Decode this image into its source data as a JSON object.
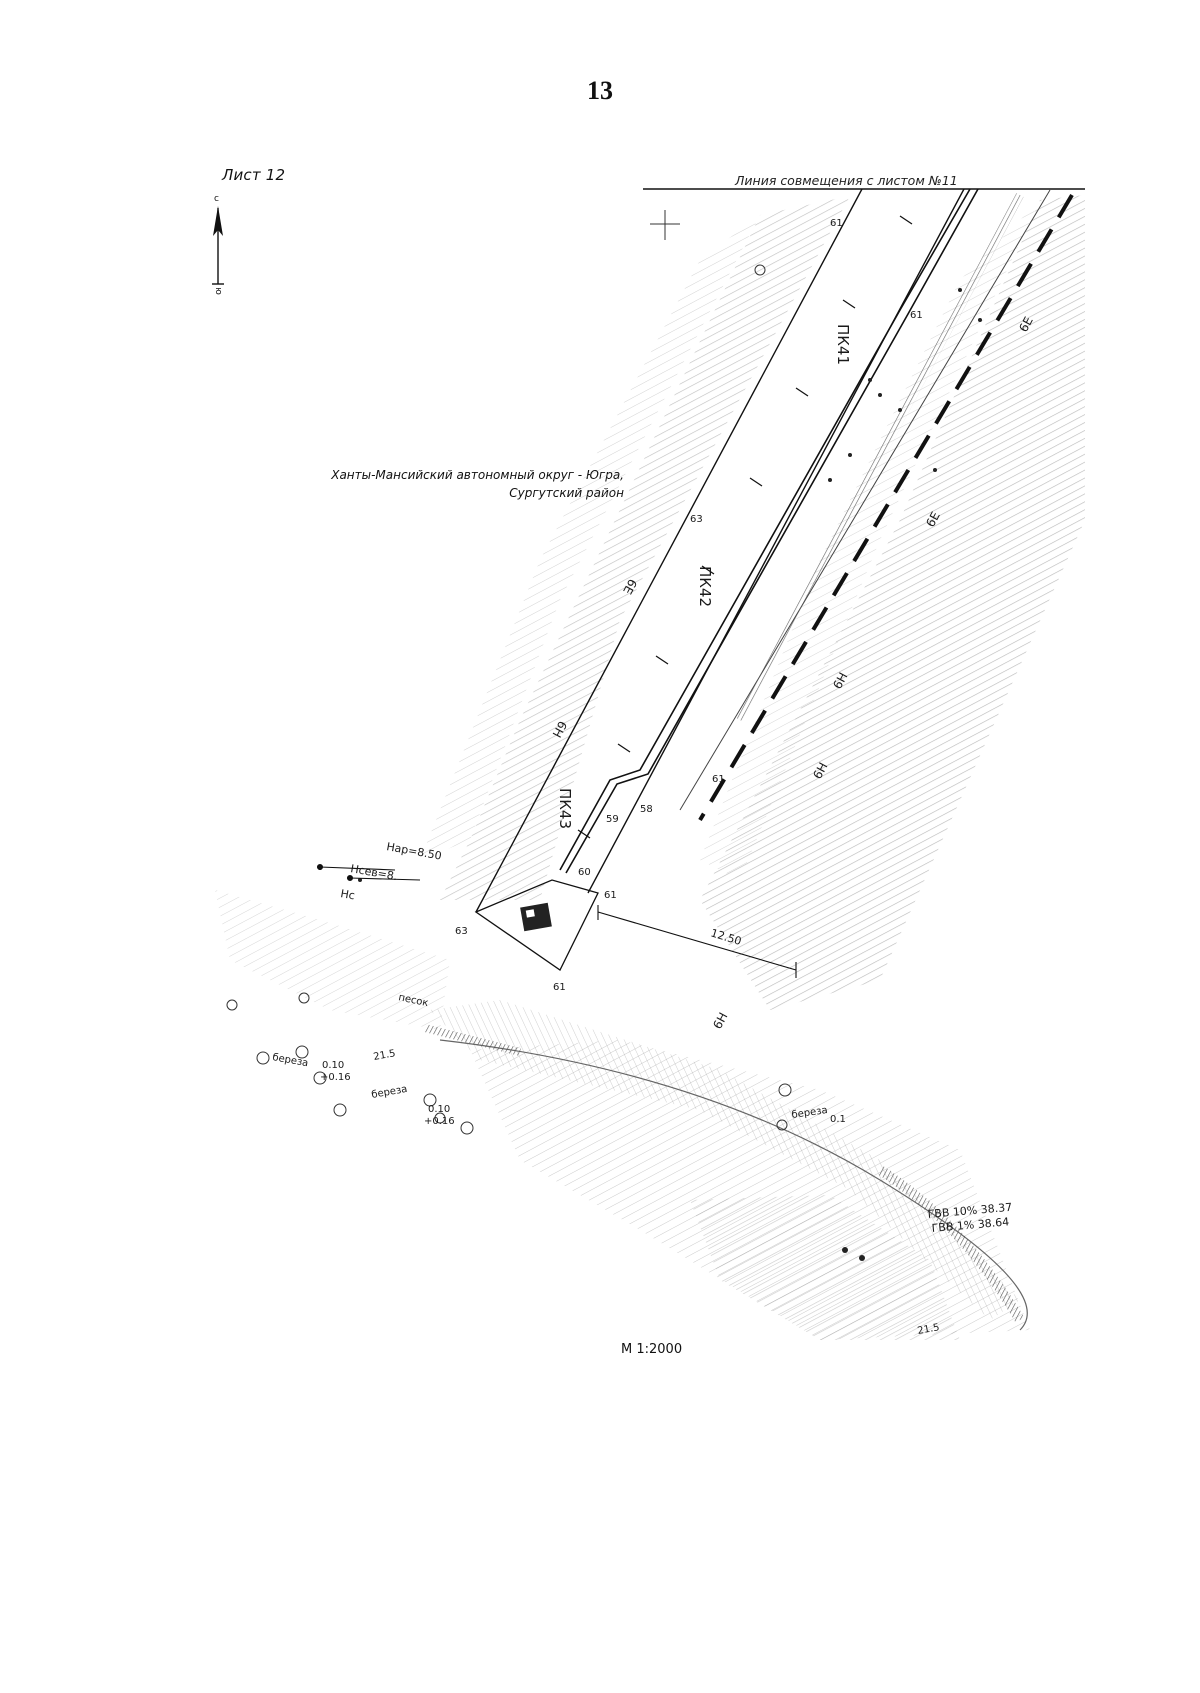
{
  "page": {
    "number": "13",
    "sheet_label": "Лист 12",
    "match_line_label": "Линия совмещения с листом №11",
    "region_label_line1": "Ханты-Мансийский автономный округ - Югра,",
    "region_label_line2": "Сургутский район",
    "scale": "М 1:2000"
  },
  "north_arrow": {
    "north_letter": "с",
    "south_letter": "ю"
  },
  "pickets": [
    {
      "label": "ПК41"
    },
    {
      "label": "ПК42"
    },
    {
      "label": "ПК43"
    }
  ],
  "pipeline_labels": [
    {
      "label": "6Е"
    },
    {
      "label": "6Е"
    },
    {
      "label": "6Е"
    },
    {
      "label": "6Н"
    },
    {
      "label": "6Н"
    },
    {
      "label": "6Н"
    },
    {
      "label": "6Н"
    }
  ],
  "elevations": [
    {
      "label": "61"
    },
    {
      "label": "61"
    },
    {
      "label": "63"
    },
    {
      "label": "61"
    },
    {
      "label": "59"
    },
    {
      "label": "58"
    },
    {
      "label": "60"
    },
    {
      "label": "61"
    },
    {
      "label": "63"
    },
    {
      "label": "61"
    }
  ],
  "annotations": {
    "left_1": "Нар=8.50",
    "left_2": "Нсев=8.",
    "left_3": "Нс",
    "sand": "песок",
    "birch_1": "береза",
    "birch_1_values": "0.10",
    "birch_1_values2": "+0.16",
    "birch_2": "береза",
    "birch_2_values": "0.10",
    "birch_2_values2": "+0.16",
    "birch_right": "береза",
    "birch_right_values": "0.1",
    "width_dim": "12.50",
    "mark_215_1": "21.5",
    "mark_215_2": "21.5",
    "gvv_1": "ГВВ 10% 38.37",
    "gvv_2": "ГВВ 1% 38.64"
  },
  "colors": {
    "ink": "#1a1a1a",
    "hatch": "#9a9a9a",
    "light": "#c8c8c8",
    "background": "#ffffff"
  }
}
